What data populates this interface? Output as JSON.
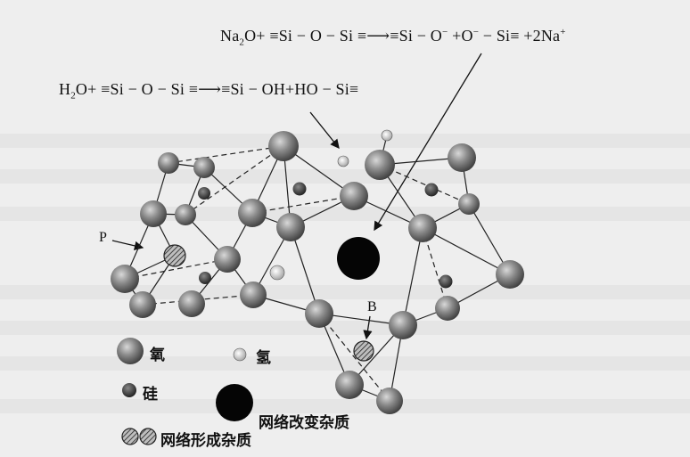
{
  "equation_1": {
    "lhs": "Na",
    "sub": "2",
    "mid": "O+ ≡Si − O − Si ≡",
    "arrow": "⟶",
    "rhs": "≡Si − O",
    "sup1": "−",
    "plus": " +O",
    "sup2": "−",
    "rhs2": " − Si≡ +2Na",
    "sup3": "+"
  },
  "equation_2": {
    "lhs": "H",
    "sub": "2",
    "mid": "O+ ≡Si − O − Si ≡",
    "arrow": "⟶",
    "rhs": "≡Si − OH+HO − Si≡"
  },
  "labels": {
    "P": "P",
    "B": "B"
  },
  "legend": {
    "oxygen": "氧",
    "hydrogen": "氢",
    "silicon": "硅",
    "modifier": "网络改变杂质",
    "former": "网络形成杂质"
  },
  "colors": {
    "oxygen": "#7a7a7a",
    "silicon": "#3a3a3a",
    "modifier": "#050505",
    "background": "#eeeeee"
  }
}
